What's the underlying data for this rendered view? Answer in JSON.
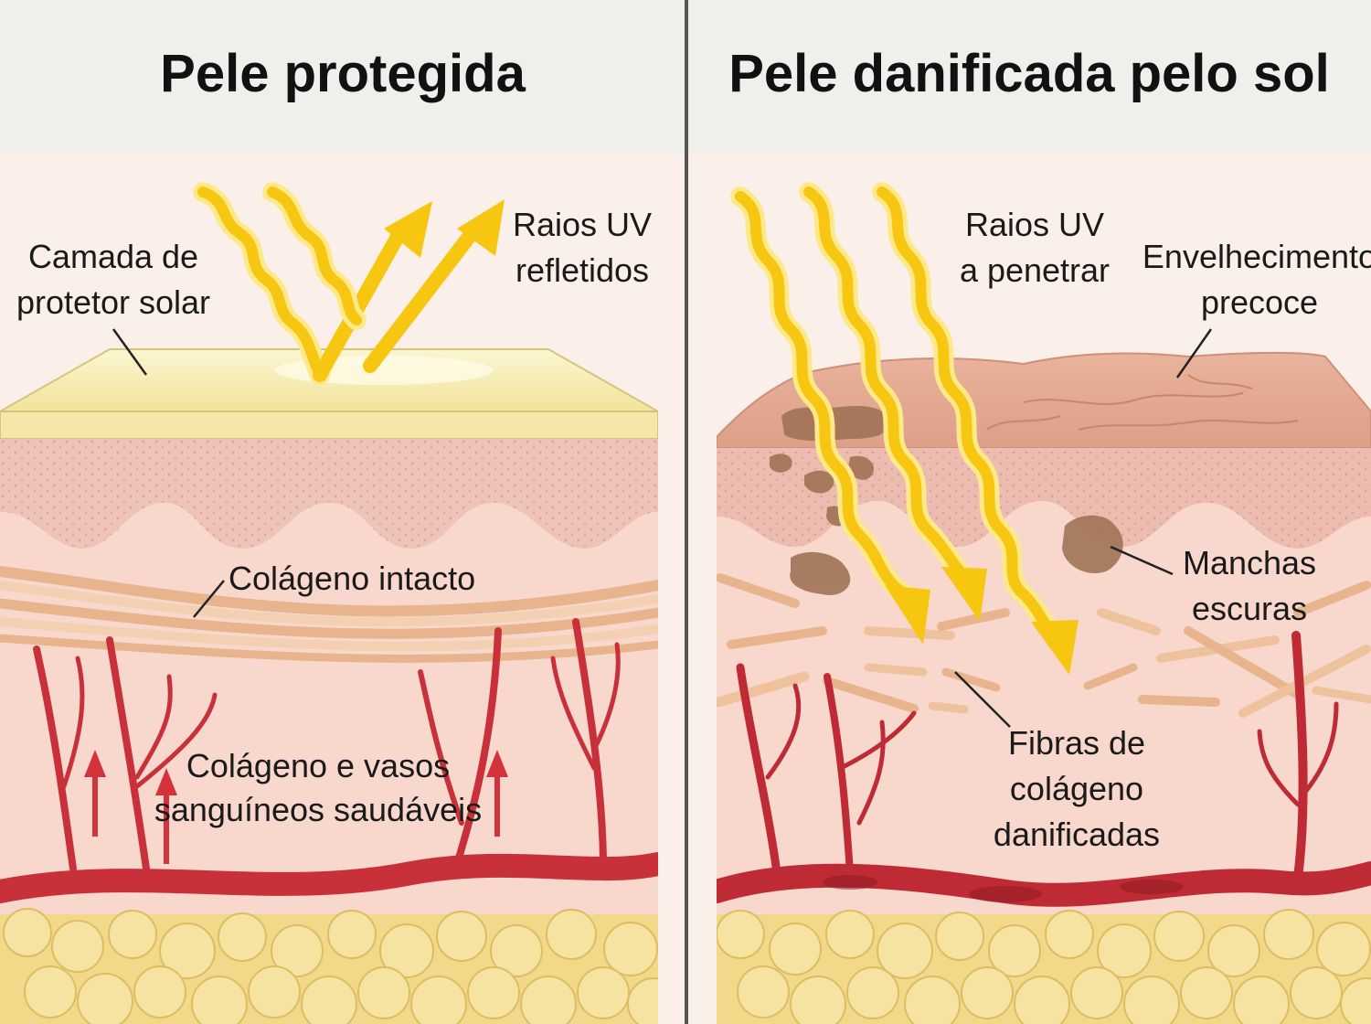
{
  "left": {
    "title": "Pele protegida",
    "sunscreen_label": [
      "Camada de",
      "protetor solar"
    ],
    "uv_label": [
      "Raios UV",
      "refletidos"
    ],
    "collagen_label": "Colágeno intacto",
    "vessels_label": [
      "Colágeno e vasos",
      "sanguíneos saudáveis"
    ]
  },
  "right": {
    "title": "Pele danificada pelo sol",
    "uv_label": [
      "Raios UV",
      "a penetrar"
    ],
    "aging_label": [
      "Envelhecimento",
      "precoce"
    ],
    "spots_label": [
      "Manchas",
      "escuras"
    ],
    "fibers_label": [
      "Fibras de",
      "colágeno",
      "danificadas"
    ]
  },
  "colors": {
    "header_bg": "#f1efeb",
    "sunscreen": "#f7eeb6",
    "epidermis": "#efc4b8",
    "dermis": "#f8d7cc",
    "collagen": "#f1c9a7",
    "vessel": "#c9313a",
    "fat": "#f2d889",
    "uv_ray": "#f7c611",
    "spot": "#a07356"
  }
}
